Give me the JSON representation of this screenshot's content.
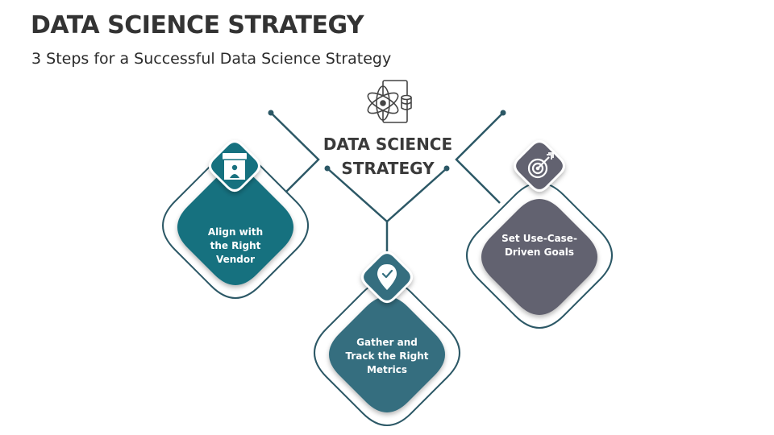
{
  "title": "DATA SCIENCE STRATEGY",
  "subtitle": "3 Steps for a Successful Data Science Strategy",
  "center": {
    "label_line1": "DATA SCIENCE",
    "label_line2": "STRATEGY",
    "icon": "data-science-icon"
  },
  "steps": [
    {
      "label_line1": "Align with",
      "label_line2": "the Right",
      "label_line3": "Vendor",
      "icon": "storefront-vendor-icon",
      "color": "#19717f"
    },
    {
      "label_line1": "Gather and",
      "label_line2": "Track the Right",
      "label_line3": "Metrics",
      "icon": "location-pin-check-icon",
      "color": "#346e7f"
    },
    {
      "label_line1": "Set Use-Case-",
      "label_line2": "Driven Goals",
      "icon": "target-arrow-icon",
      "color": "#62626f"
    }
  ],
  "colors": {
    "line": "#2c5866",
    "title": "#333333"
  }
}
